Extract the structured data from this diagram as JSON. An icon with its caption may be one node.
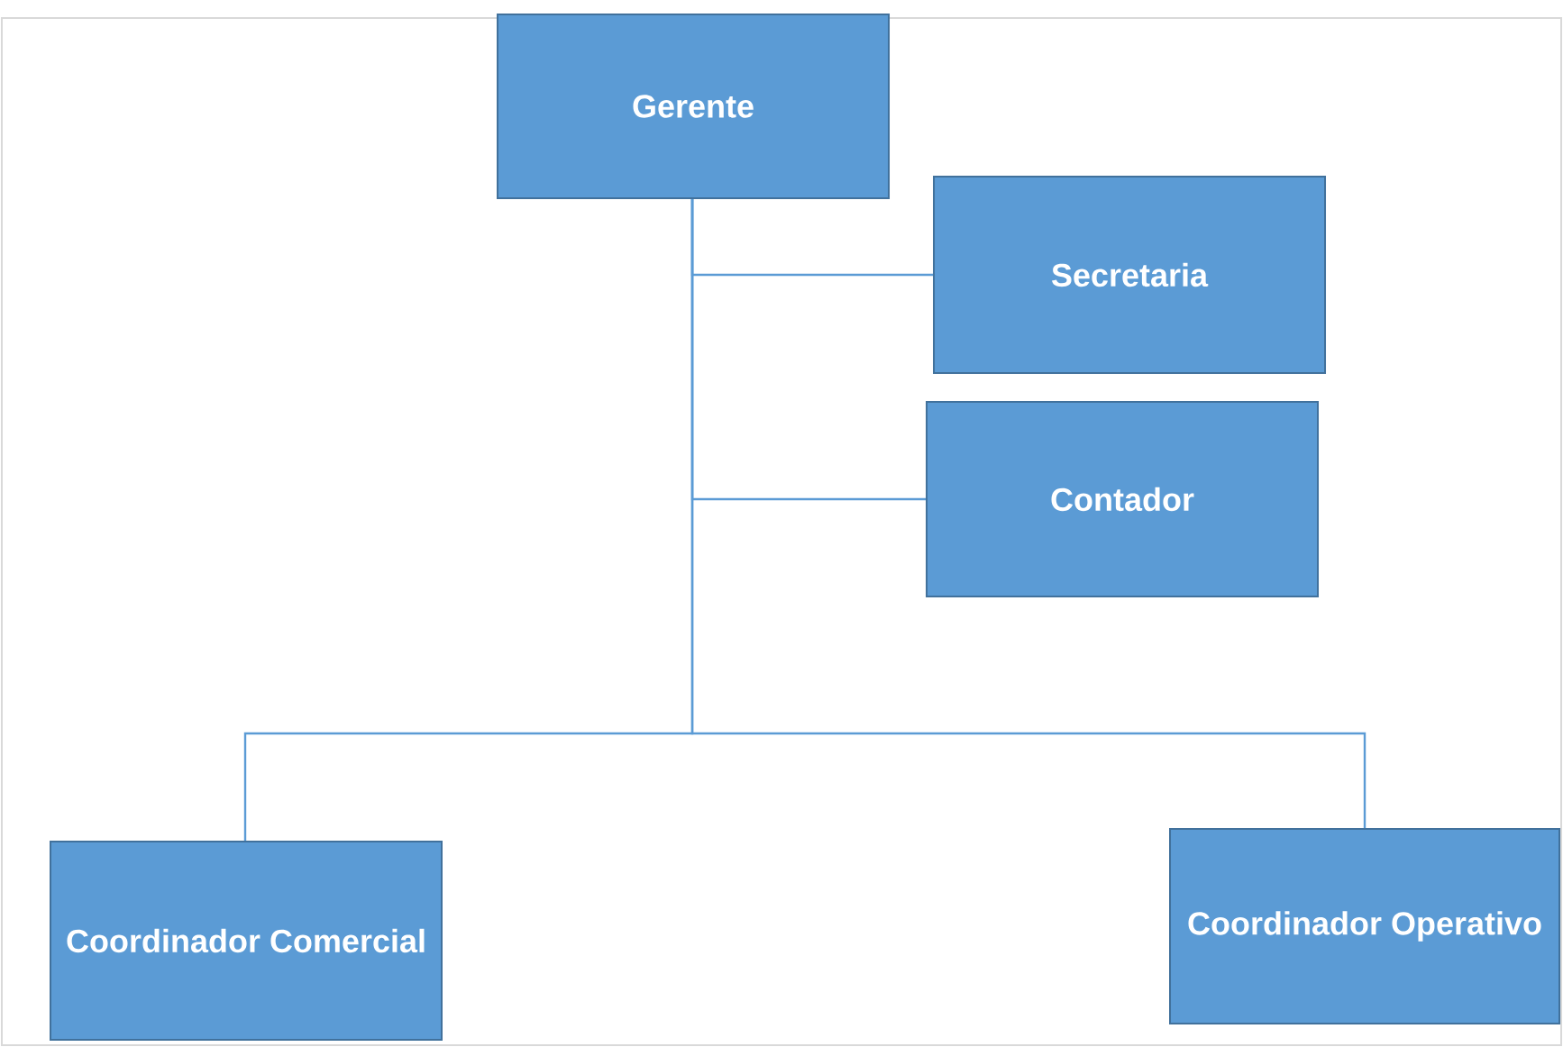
{
  "diagram": {
    "nodes": [
      {
        "text": [
          "Gerente"
        ]
      },
      {
        "text": [
          "Secretaria"
        ]
      },
      {
        "text": [
          "Contador"
        ]
      },
      {
        "text": [
          "Coordinador Comercial"
        ]
      },
      {
        "text": [
          "Coordinador Operativo"
        ]
      }
    ],
    "edges": [
      {
        "from": 0,
        "to": 1,
        "arrow": "none"
      },
      {
        "from": 0,
        "to": 2,
        "arrow": "none"
      },
      {
        "from": 0,
        "to": 3,
        "arrow": "none"
      },
      {
        "from": 0,
        "to": 4,
        "arrow": "none"
      }
    ]
  }
}
